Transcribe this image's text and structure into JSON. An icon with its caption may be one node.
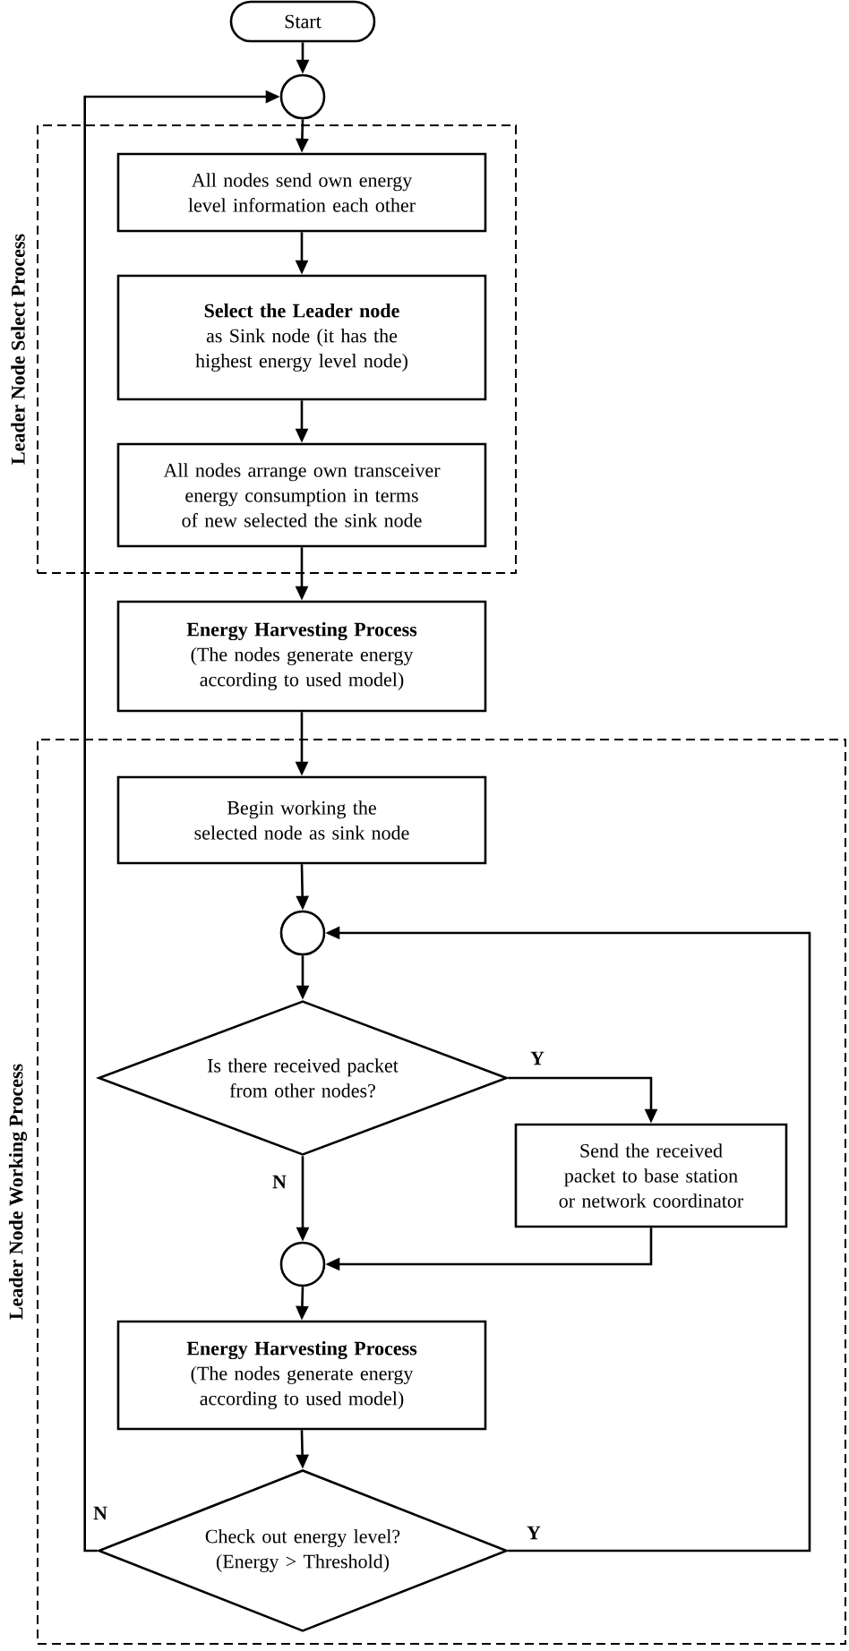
{
  "diagram": {
    "nodes": [
      {
        "text": [
          "Start"
        ]
      },
      {
        "text": [],
        "shape": "circle"
      },
      {
        "text": [
          "Leader Node Select Process"
        ]
      },
      {
        "text": [
          "All nodes send own energy level information each other"
        ],
        "in": 2
      },
      {
        "text": [
          "Select the Leader node",
          "as Sink node (it has the highest energy level node)"
        ],
        "in": 2
      },
      {
        "text": [
          "All nodes arrange own transceiver energy consumption in terms of new selected the sink node"
        ],
        "in": 2
      },
      {
        "text": [
          "Energy Harvesting Process",
          "(The nodes generate energy according to used model)"
        ]
      },
      {
        "text": [
          "Leader Node Working Process"
        ]
      },
      {
        "text": [
          "Begin working the selected node as sink node"
        ],
        "in": 7
      },
      {
        "text": [],
        "shape": "circle",
        "in": 7
      },
      {
        "text": [
          "Is there received packet from other nodes?"
        ],
        "in": 7
      },
      {
        "text": [
          "Send the received packet to base station or network coordinator"
        ],
        "in": 7
      },
      {
        "text": [],
        "shape": "circle",
        "in": 7
      },
      {
        "text": [
          "Energy Harvesting Process",
          "(The nodes generate energy according to used model)"
        ],
        "in": 7
      },
      {
        "text": [
          "Check out energy level? (Energy > Threshold)"
        ],
        "in": 7
      }
    ],
    "edges": [
      {
        "from": 0,
        "to": 1,
        "arrow": "to"
      },
      {
        "from": 1,
        "to": 3,
        "arrow": "to"
      },
      {
        "from": 3,
        "to": 4,
        "arrow": "to"
      },
      {
        "from": 4,
        "to": 5,
        "arrow": "to"
      },
      {
        "from": 5,
        "to": 6,
        "arrow": "to"
      },
      {
        "from": 6,
        "to": 8,
        "arrow": "to"
      },
      {
        "from": 8,
        "to": 9,
        "arrow": "to"
      },
      {
        "from": 9,
        "to": 10,
        "arrow": "to"
      },
      {
        "from": 10,
        "to": 11,
        "arrow": "to",
        "label": "Y"
      },
      {
        "from": 10,
        "to": 12,
        "arrow": "to",
        "label": "N"
      },
      {
        "from": 11,
        "to": 12,
        "arrow": "to"
      },
      {
        "from": 12,
        "to": 13,
        "arrow": "to"
      },
      {
        "from": 13,
        "to": 14,
        "arrow": "to"
      },
      {
        "from": 14,
        "to": 1,
        "arrow": "to",
        "label": "N"
      },
      {
        "from": 14,
        "to": 9,
        "arrow": "to",
        "label": "Y"
      }
    ]
  }
}
